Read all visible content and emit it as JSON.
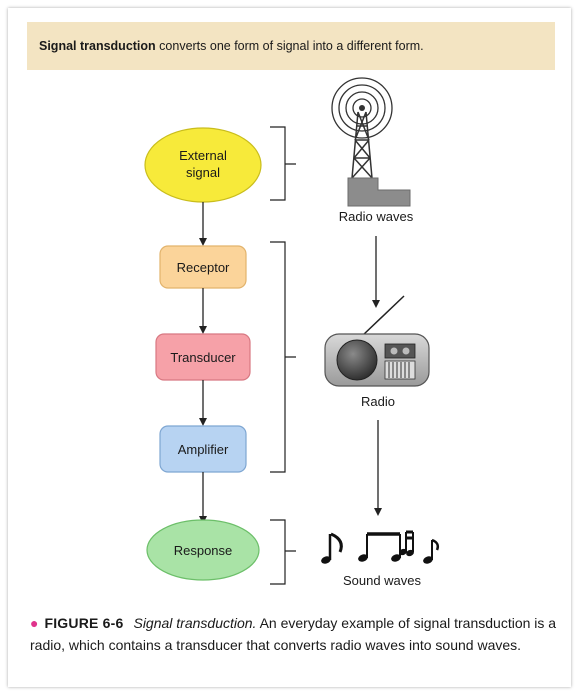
{
  "banner": {
    "bold": "Signal transduction",
    "rest": " converts one form of signal into a different form."
  },
  "nodes": {
    "external_line1": "External",
    "external_line2": "signal",
    "receptor": "Receptor",
    "transducer": "Transducer",
    "amplifier": "Amplifier",
    "response": "Response"
  },
  "side": {
    "radio_waves": "Radio waves",
    "radio": "Radio",
    "sound_waves": "Sound waves"
  },
  "caption": {
    "figure": "FIGURE 6-6",
    "title": "Signal transduction.",
    "text": " An everyday example of signal transduction is a radio, which contains a transducer that converts radio waves into sound waves."
  },
  "colors": {
    "banner_bg": "#f3e4c2",
    "external": "#f7ea3a",
    "receptor": "#fbd49a",
    "transducer": "#f6a1a8",
    "amplifier": "#b7d3f2",
    "response": "#a9e3a6",
    "bullet": "#e0338c"
  }
}
